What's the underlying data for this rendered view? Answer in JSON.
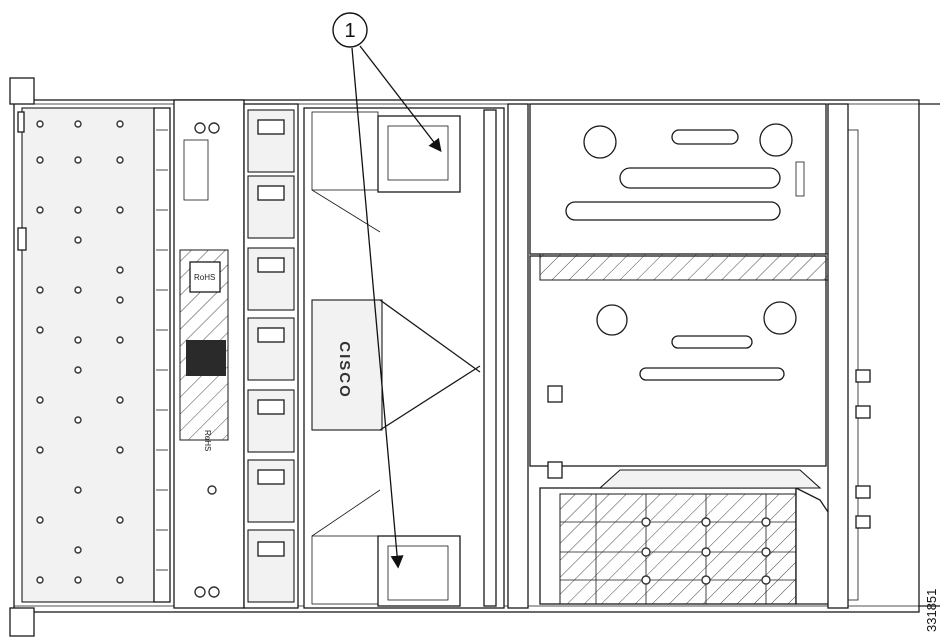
{
  "callout": {
    "number": "1"
  },
  "figure_id": "331851",
  "logo_text": "CISCO",
  "board_labels": {
    "left_label": "RoHS"
  },
  "colors": {
    "line": "#1a1a1a",
    "background": "#ffffff",
    "panel": "#f2f2f2"
  },
  "icons": [
    "screw-icon",
    "fan-icon",
    "heatsink-icon",
    "callout-arrow-icon"
  ]
}
